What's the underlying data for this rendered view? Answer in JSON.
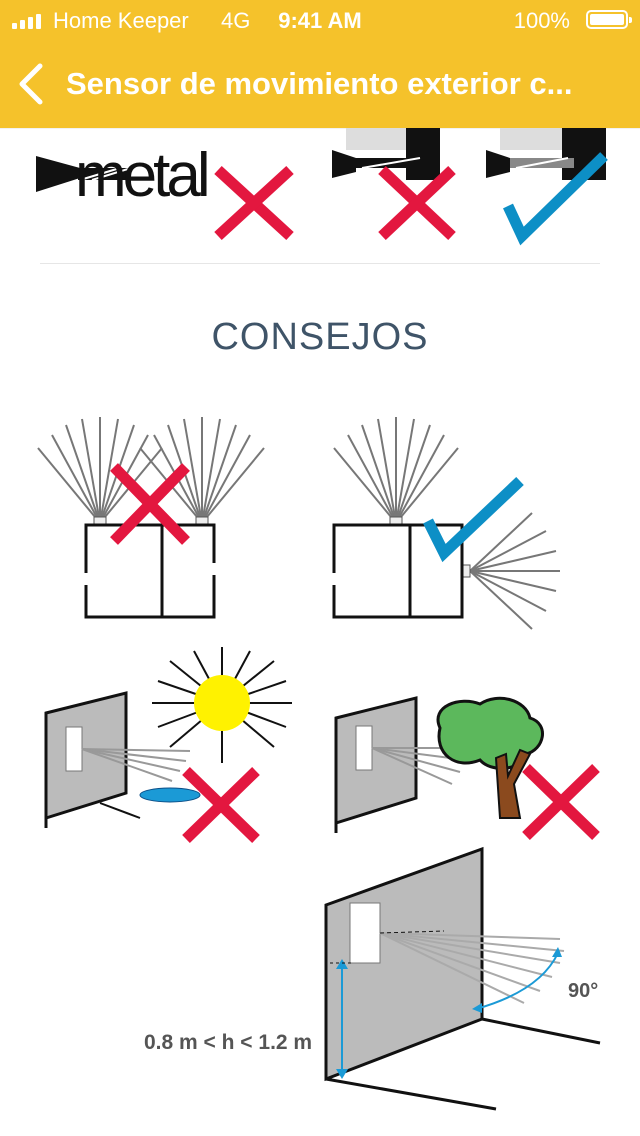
{
  "status_bar": {
    "carrier": "Home Keeper",
    "network": "4G",
    "time": "9:41 AM",
    "battery_percent": "100%",
    "battery_level": 1.0
  },
  "nav": {
    "back_icon": "chevron-left-icon",
    "title": "Sensor de movimiento exterior c..."
  },
  "mounting": {
    "metal_label": "metal"
  },
  "tips": {
    "title": "CONSEJOS",
    "height_label": "0.8 m < h < 1.2 m",
    "angle_label": "90°"
  },
  "colors": {
    "header": "#f5c22b",
    "cross": "#e3173f",
    "check": "#0d8fc6",
    "title_text": "#3f5468",
    "sun": "#fff200",
    "tree": "#5cb85c"
  }
}
